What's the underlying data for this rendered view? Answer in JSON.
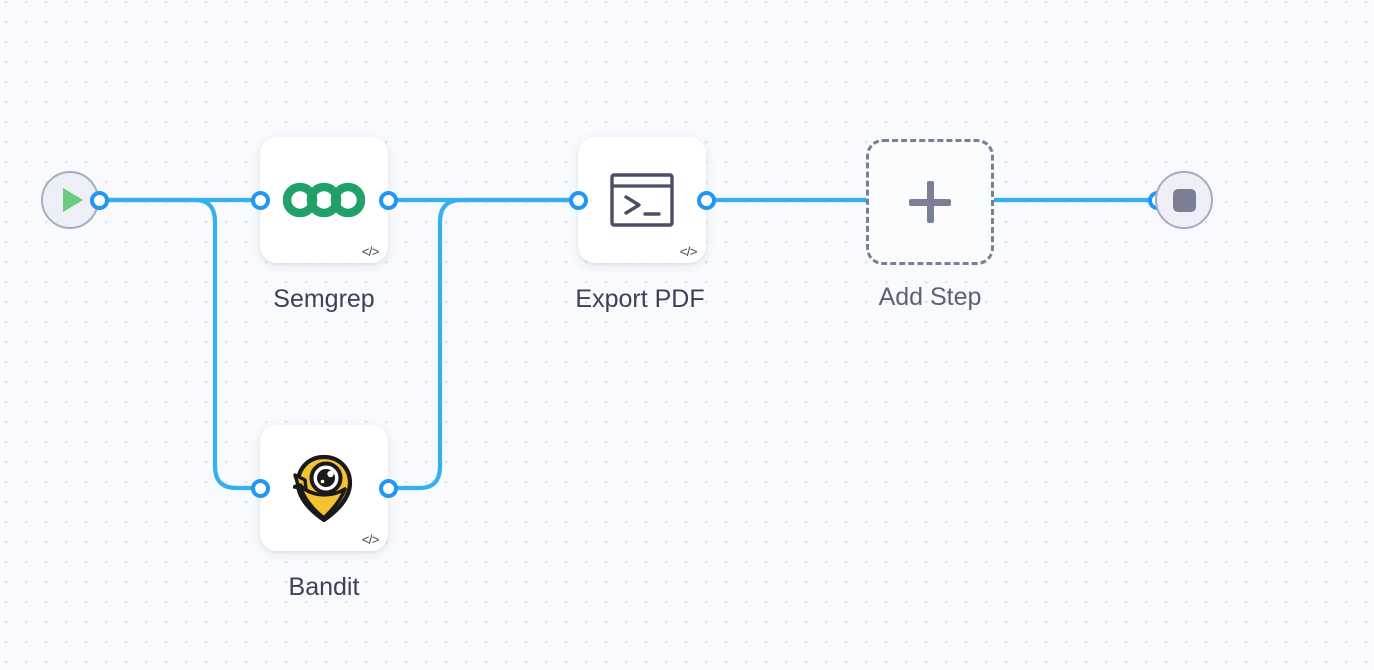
{
  "canvas": {
    "background_color": "#f8fafd",
    "dot_color": "#e0e3ee",
    "edge_color": "#35b0ec",
    "port_ring_color": "#2196f3"
  },
  "start_node": {
    "name": "start",
    "icon": "play-icon",
    "icon_color": "#6ccb7e",
    "circle_fill": "#eeeef7",
    "circle_border": "#a9abc0"
  },
  "end_node": {
    "name": "end",
    "icon": "stop-icon",
    "icon_color": "#7b7f96",
    "circle_fill": "#eeeef7",
    "circle_border": "#a9abc0"
  },
  "nodes": [
    {
      "id": "semgrep",
      "label": "Semgrep",
      "icon": "semgrep-logo-icon",
      "icon_color": "#22a06b",
      "badge": "</>",
      "type": "tool"
    },
    {
      "id": "bandit",
      "label": "Bandit",
      "icon": "bandit-logo-icon",
      "icon_color": "#f4c430",
      "badge": "</>",
      "type": "tool"
    },
    {
      "id": "export-pdf",
      "label": "Export PDF",
      "icon": "terminal-icon",
      "icon_color": "#4a4f66",
      "badge": "</>",
      "type": "tool"
    },
    {
      "id": "add-step",
      "label": "Add Step",
      "icon": "plus-icon",
      "icon_color": "#7b7f96",
      "badge": "",
      "type": "placeholder"
    }
  ],
  "edges": [
    {
      "from": "start",
      "to": "semgrep"
    },
    {
      "from": "start",
      "to": "bandit"
    },
    {
      "from": "semgrep",
      "to": "export-pdf"
    },
    {
      "from": "bandit",
      "to": "export-pdf"
    },
    {
      "from": "export-pdf",
      "to": "add-step"
    },
    {
      "from": "add-step",
      "to": "end"
    }
  ]
}
